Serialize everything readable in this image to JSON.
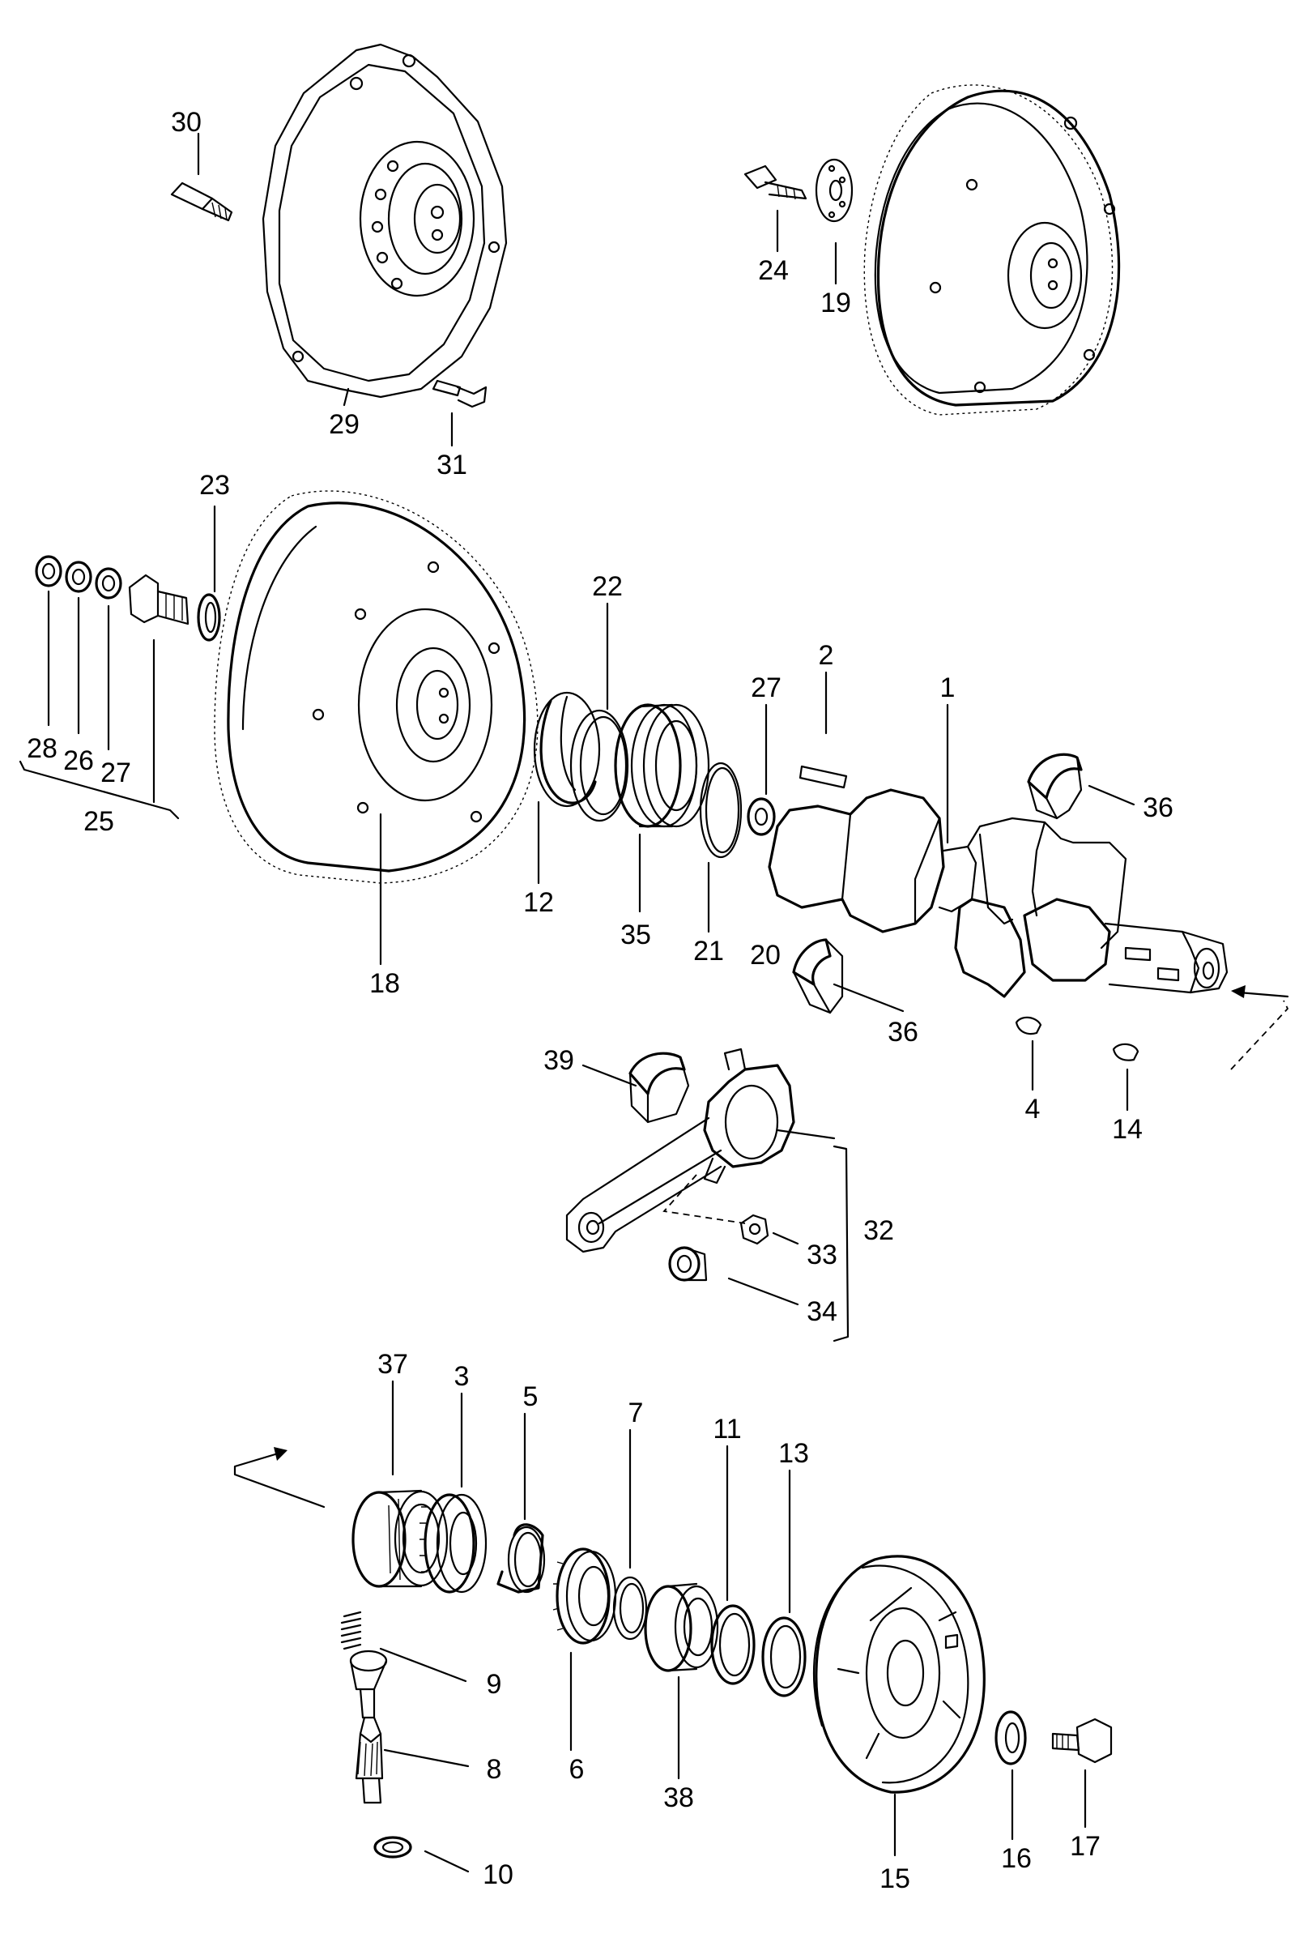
{
  "diagram": {
    "labels": {
      "p1": "1",
      "p2": "2",
      "p3": "3",
      "p4": "4",
      "p5": "5",
      "p6": "6",
      "p7": "7",
      "p8": "8",
      "p9": "9",
      "p10": "10",
      "p11": "11",
      "p12": "12",
      "p13": "13",
      "p14": "14",
      "p15": "15",
      "p16": "16",
      "p17": "17",
      "p18": "18",
      "p19": "19",
      "p20": "20",
      "p21": "21",
      "p22": "22",
      "p23": "23",
      "p24": "24",
      "p25": "25",
      "p26": "26",
      "p27a": "27",
      "p27b": "27",
      "p28": "28",
      "p29": "29",
      "p30": "30",
      "p31": "31",
      "p32": "32",
      "p33": "33",
      "p34": "34",
      "p35": "35",
      "p36a": "36",
      "p36b": "36",
      "p37": "37",
      "p38": "38",
      "p39": "39"
    }
  }
}
